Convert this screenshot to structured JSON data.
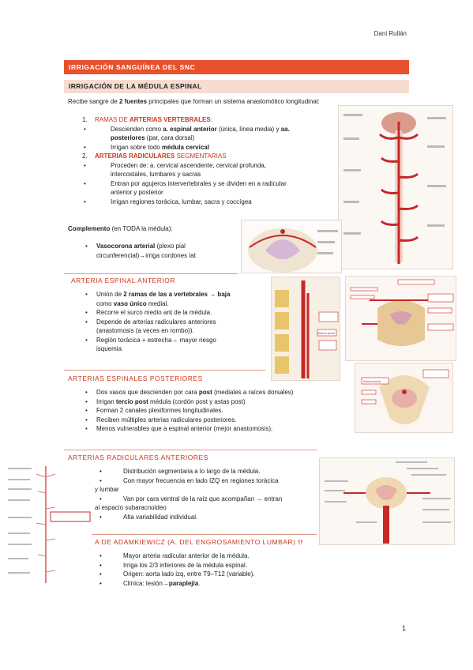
{
  "author": "Dani Rullán",
  "header": "IRRIGACIÓN SANGUÍNEA DEL SNC",
  "subheader": "IRRIGACIÓN DE LA MÉDULA ESPINAL",
  "intro": {
    "pre": "Recibe sangre de ",
    "bold": "2 fuentes",
    "post": " principales que forman un sistema anastomótico longitudinal:"
  },
  "list1": {
    "item1_pre": "RAMAS DE ",
    "item1_bold": "ARTERIAS VERTEBRALES",
    "item1_post": ":",
    "item1_b1_pre": "Descienden como ",
    "item1_b1_bold": "a. espinal anterior",
    "item1_b1_mid": " (única, línea media) y ",
    "item1_b1_bold2": "aa.",
    "item1_b1_bold3": "posteriores",
    "item1_b1_post": " (par, cara dorsal)",
    "item1_b2_pre": "Irrigan sobre todo ",
    "item1_b2_bold": "médula cervical",
    "item2_bold": "ARTERIAS RADICULARES",
    "item2_post": " SEGMENTARIAS",
    "item2_b1_l1": "Proceden de: a. cervical ascendente, cervical profunda,",
    "item2_b1_l2": "intercostales, lumbares y sacras",
    "item2_b2_l1": "Entran por agujeros intervertebrales y se dividen en a radicular",
    "item2_b2_l2": "anterior y posterior",
    "item2_b3": "Irrigan regiones torácica, lumbar, sacra y coccígea"
  },
  "complemento": {
    "bold": "Complemento",
    "post": " (en TODA la médula):",
    "b1_bold": "Vasocorona arterial",
    "b1_post": " (plexo pial",
    "b1_l2": "circunferencial)→irriga cordones lat"
  },
  "ant": {
    "title": "ARTERIA ESPINAL ANTERIOR",
    "b1_pre": "Unión de ",
    "b1_bold": "2 ramas de las a vertebrales → baja",
    "b1_l2_pre": "como ",
    "b1_l2_bold": "vaso único",
    "b1_l2_post": " medial.",
    "b2": "Recorre el surco medio ant de la médula.",
    "b3_l1": "Depende de arterias radiculares anteriores",
    "b3_l2": "(anastomosis (a veces en rombo)).",
    "b4_l1": "Región torácica + estrecha→ mayor riesgo",
    "b4_l2": "isquemia"
  },
  "post": {
    "title": "ARTERIAS ESPINALES POSTERIORES",
    "b1_pre": "Dos vasos que descienden por cara ",
    "b1_bold": "post",
    "b1_post": " (mediales a raíces dorsales)",
    "b2_pre": "Irrigan ",
    "b2_bold": "tercio post",
    "b2_post": " médula (cordón post y astas post)",
    "b3": "Forman 2 canales plexiformes longitudinales.",
    "b4": "Reciben múltiples arterias radiculares posteriores.",
    "b5": "Menos vulnerables que a espinal anterior (mejor anastomosis)."
  },
  "rad": {
    "title": "ARTERIAS RADICULARES ANTERIORES",
    "b1": "Distribución segmentaria a lo largo de la médula.",
    "b2_l1": "Con mayor frecuencia en lado IZQ en regiones torácica",
    "b2_l2": "y lumbar",
    "b3_l1": "Van por cara ventral de la raíz que acompañan → entran",
    "b3_l2": "al espacio subaracnoideo",
    "b4": "Alta variabilidad individual."
  },
  "adam": {
    "title": "A DE ADAMKIEWICZ (A. DEL ENGROSAMIENTO LUMBAR)",
    "title_mark": "!!",
    "b1": "Mayor arteria radicular anterior de la médula.",
    "b2": "Irriga los 2/3 inferiores de la médula espinal.",
    "b3": "Origen: aorta lado izq, entre T9–T12 (variable).",
    "b4_pre": "Clínica: lesión",
    "b4_bold": "→paraplejía",
    "b4_post": "."
  },
  "figures": {
    "fig1_label": "Arteria aorta",
    "fig2_label": "Arteria aorta"
  },
  "page_number": "1"
}
